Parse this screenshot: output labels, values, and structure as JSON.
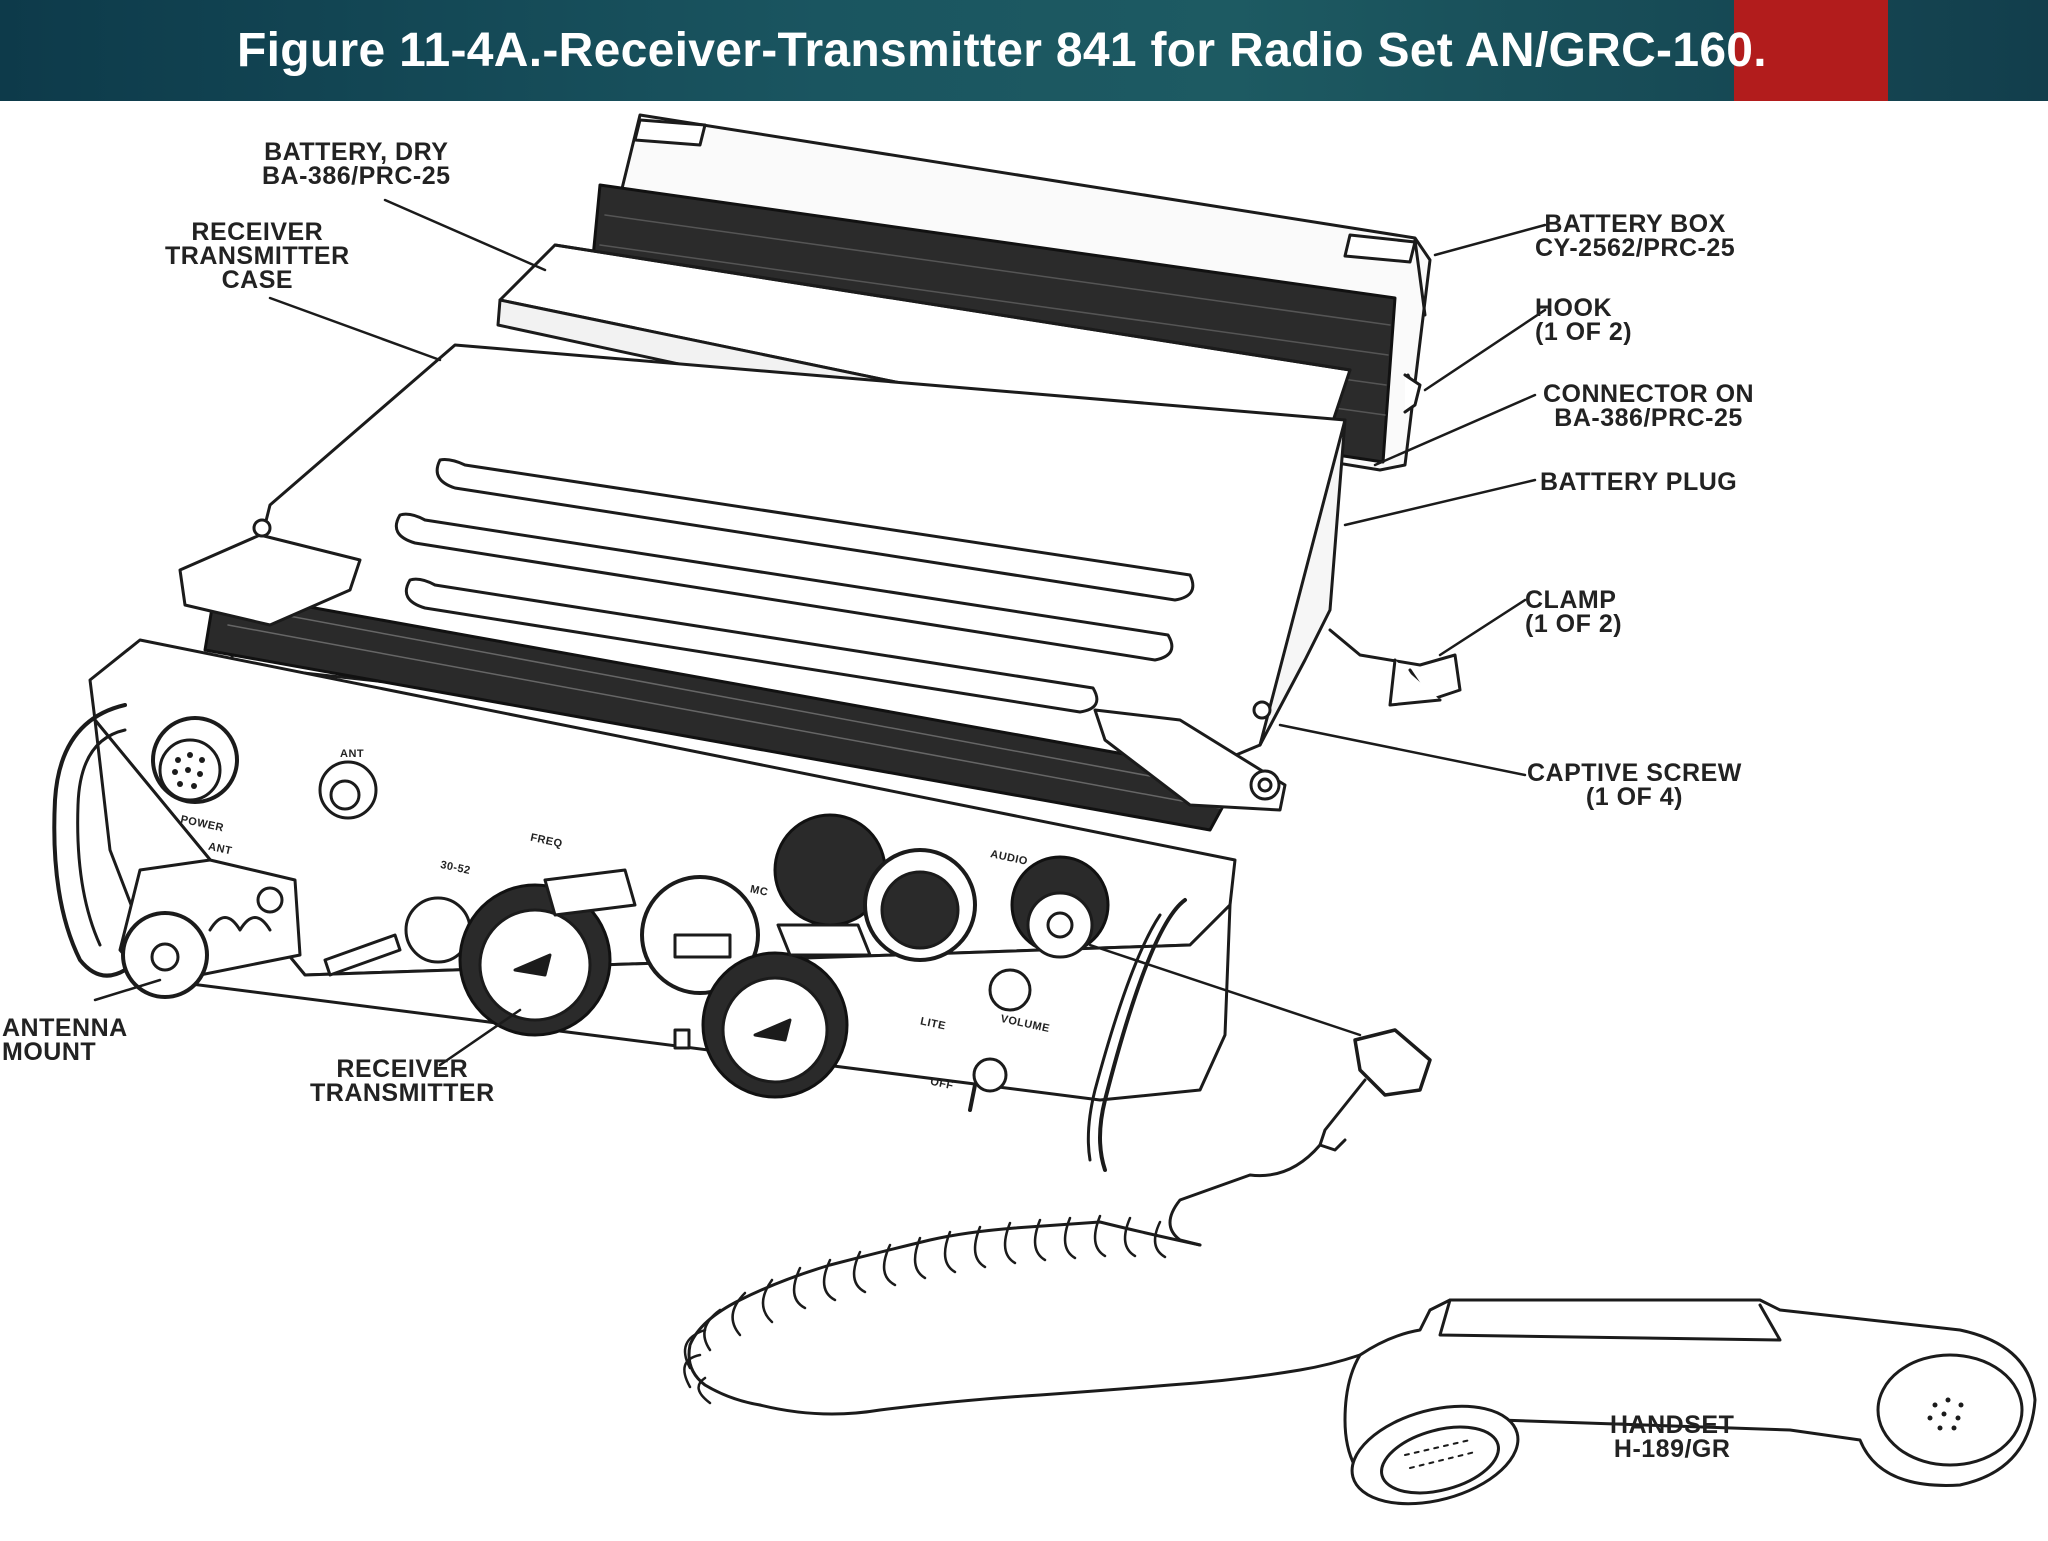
{
  "header": {
    "title": "Figure 11-4A.-Receiver-Transmitter 841 for Radio Set AN/GRC-160.",
    "background_color": "#1a5560",
    "accent_color": "#b21c1c"
  },
  "callouts": {
    "battery_dry": [
      "BATTERY, DRY",
      "BA-386/PRC-25"
    ],
    "receiver_transmitter_case": [
      "RECEIVER",
      "TRANSMITTER",
      "CASE"
    ],
    "battery_box": [
      "BATTERY BOX",
      "CY-2562/PRC-25"
    ],
    "hook": [
      "HOOK",
      "(1 OF 2)"
    ],
    "connector_on": [
      "CONNECTOR ON",
      "BA-386/PRC-25"
    ],
    "battery_plug": [
      "BATTERY PLUG"
    ],
    "clamp": [
      "CLAMP",
      "(1 OF 2)"
    ],
    "captive_screw": [
      "CAPTIVE SCREW",
      "(1 OF 4)"
    ],
    "antenna_mount": [
      "ANTENNA",
      "MOUNT"
    ],
    "receiver_transmitter": [
      "RECEIVER",
      "TRANSMITTER"
    ],
    "handset": [
      "HANDSET",
      "H-189/GR"
    ]
  },
  "panel_labels": {
    "power": "POWER",
    "ant_top": "ANT",
    "ant_side": "ANT",
    "audio": "AUDIO",
    "volume": "VOLUME",
    "freq": "FREQ",
    "mc": "MC",
    "band": "30-52",
    "lite": "LITE",
    "off": "OFF"
  }
}
